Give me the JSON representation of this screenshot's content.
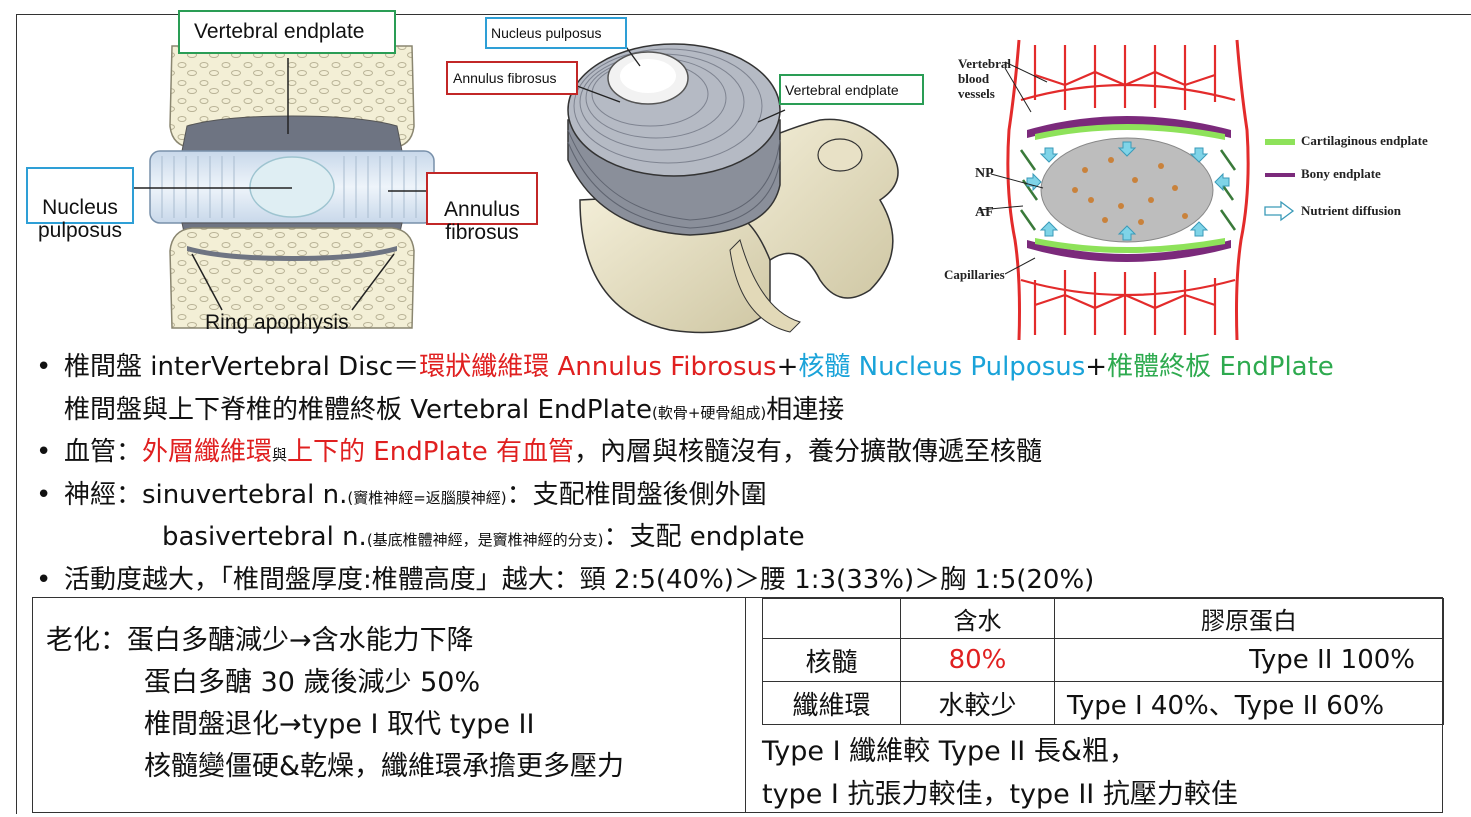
{
  "figure1": {
    "vertebral_endplate": "Vertebral endplate",
    "nucleus_pulposus": "Nucleus\npulposus",
    "annulus_fibrosus": "Annulus\nfibrosus",
    "ring_apophysis": "Ring apophysis"
  },
  "figure2": {
    "nucleus_pulposus": "Nucleus pulposus",
    "annulus_fibrosus": "Annulus fibrosus",
    "vertebral_endplate": "Vertebral endplate"
  },
  "figure3": {
    "vertebral_blood_vessels": "Vertebral\nblood\nvessels",
    "np": "NP",
    "af": "AF",
    "capillaries": "Capillaries",
    "legend_cartilaginous": "Cartilaginous  endplate",
    "legend_bony": "Bony endplate",
    "legend_nutrient": "Nutrient diffusion",
    "colors": {
      "vessel": "#e32b2b",
      "cartilage": "#8ee25a",
      "bony": "#7b2a7b",
      "arrow": "#7fd4e8"
    }
  },
  "notes": {
    "l1_a": "椎間盤 interVertebral Disc＝",
    "l1_b": "環狀纖維環 Annulus Fibrosus",
    "l1_c": "+",
    "l1_d": "核髓 Nucleus Pulposus",
    "l1_e": "+",
    "l1_f": "椎體終板 EndPlate",
    "l2_a": "椎間盤與上下脊椎的椎體終板 Vertebral EndPlate",
    "l2_b": "(軟骨+硬骨組成)",
    "l2_c": "相連接",
    "l3_a": "血管：",
    "l3_b": "外層纖維環",
    "l3_c": "與",
    "l3_d": "上下的 EndPlate 有血管",
    "l3_e": "，內層與核髓沒有，養分擴散傳遞至核髓",
    "l4_a": "神經：sinuvertebral n.",
    "l4_b": "(竇椎神經=返腦膜神經)",
    "l4_c": "：支配椎間盤後側外圍",
    "l5_a": "basivertebral n.",
    "l5_b": "(基底椎體神經，是竇椎神經的分支)",
    "l5_c": "：支配 endplate",
    "l6": "活動度越大，「椎間盤厚度:椎體高度」越大：頸 2:5(40%)＞腰 1:3(33%)＞胸 1:5(20%)",
    "bullet": "•",
    "colors": {
      "red": "#e02020",
      "blue": "#1aa3d9",
      "green": "#2eaa4f"
    }
  },
  "aging": {
    "line1": "老化：蛋白多醣減少→含水能力下降",
    "line2": "蛋白多醣 30 歲後減少 50%",
    "line3": "椎間盤退化→type I 取代 type II",
    "line4": "核髓變僵硬&乾燥，纖維環承擔更多壓力"
  },
  "table": {
    "headers": [
      "",
      "含水",
      "膠原蛋白"
    ],
    "rows": [
      [
        "核髓",
        "80%",
        "Type II 100%"
      ],
      [
        "纖維環",
        "水較少",
        "Type I  40%、Type II 60%"
      ]
    ]
  },
  "type_note": {
    "line1": "Type I 纖維較 Type II 長&粗，",
    "line2": "type I 抗張力較佳，type II 抗壓力較佳"
  }
}
